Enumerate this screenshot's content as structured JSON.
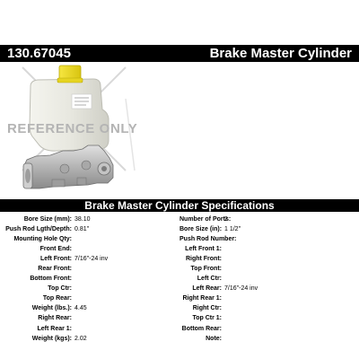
{
  "header": {
    "part_number": "130.67045",
    "product_title": "Brake Master Cylinder"
  },
  "watermark": "REFERENCE ONLY",
  "specs_title": "Brake Master Cylinder Specifications",
  "specs_left": [
    {
      "label": "Bore Size (mm):",
      "value": "38.10"
    },
    {
      "label": "Push Rod Lgth/Depth:",
      "value": "0.81\""
    },
    {
      "label": "Mounting Hole Qty:",
      "value": ""
    },
    {
      "label": "Front End:",
      "value": ""
    },
    {
      "label": "Left Front:",
      "value": "7/16\"-24 inv"
    },
    {
      "label": "Rear Front:",
      "value": ""
    },
    {
      "label": "Bottom Front:",
      "value": ""
    },
    {
      "label": "Top Ctr:",
      "value": ""
    },
    {
      "label": "Top Rear:",
      "value": ""
    },
    {
      "label": "Weight (lbs.):",
      "value": "4.45"
    },
    {
      "label": "Right Rear:",
      "value": ""
    },
    {
      "label": "Left Rear 1:",
      "value": ""
    },
    {
      "label": "Weight (kgs):",
      "value": "2.02"
    }
  ],
  "specs_right": [
    {
      "label": "Number of Ports:",
      "value": "2"
    },
    {
      "label": "Bore Size (in):",
      "value": "1 1/2\""
    },
    {
      "label": "Push Rod Number:",
      "value": ""
    },
    {
      "label": "Left Front 1:",
      "value": ""
    },
    {
      "label": "Right Front:",
      "value": ""
    },
    {
      "label": "Top Front:",
      "value": ""
    },
    {
      "label": "Left Ctr:",
      "value": ""
    },
    {
      "label": "Left Rear:",
      "value": "7/16\"-24 inv"
    },
    {
      "label": "Right Rear 1:",
      "value": ""
    },
    {
      "label": "Right Ctr:",
      "value": ""
    },
    {
      "label": "Top Ctr 1:",
      "value": ""
    },
    {
      "label": "Bottom Rear:",
      "value": ""
    },
    {
      "label": "Note:",
      "value": ""
    }
  ]
}
